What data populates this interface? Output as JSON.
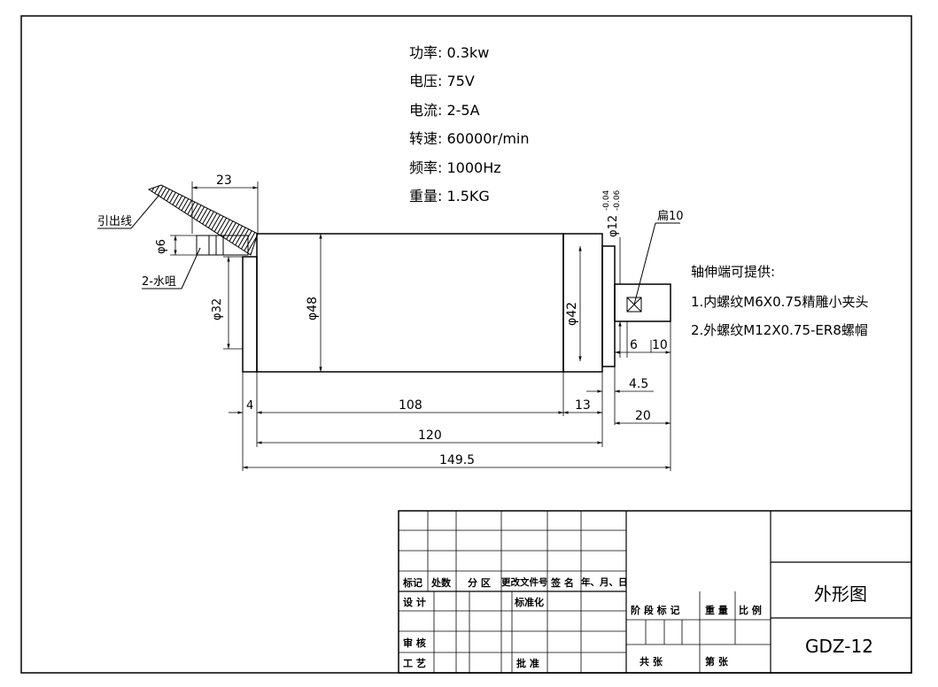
{
  "specs": {
    "power": "功率: 0.3kw",
    "voltage": "电压: 75V",
    "current": "电流: 2-5A",
    "speed": "转速: 60000r/min",
    "frequency": "频率: 1000Hz",
    "weight": "重量: 1.5KG"
  },
  "shaft_notes": {
    "heading": "轴伸端可提供:",
    "item1": "1.内螺纹M6X0.75精雕小夹头",
    "item2": "2.外螺纹M12X0.75-ER8螺帽"
  },
  "labels": {
    "lead_wire": "引出线",
    "water_nozzle": "2-水咀",
    "flat": "扁10"
  },
  "dimensions": {
    "d23": "23",
    "d6": "φ6",
    "d32": "φ32",
    "d48": "φ48",
    "d42": "φ42",
    "d12": "φ12",
    "tol_upper": "-0.04",
    "tol_lower": "-0.06",
    "d4": "4",
    "d108": "108",
    "d13": "13",
    "d120": "120",
    "d149_5": "149.5",
    "d6b": "6",
    "d10": "10",
    "d4_5": "4.5",
    "d20": "20"
  },
  "title_block": {
    "mark": "标记",
    "count": "处数",
    "zone": "分 区",
    "change_doc": "更改文件号",
    "signature": "签 名",
    "date": "年、月、日",
    "design": "设 计",
    "standardize": "标准化",
    "review": "审 核",
    "process": "工 艺",
    "approve": "批 准",
    "stage_mark": "阶 段 标 记",
    "weight": "重 量",
    "scale": "比 例",
    "total_sheets": "共   张",
    "sheet_no": "第   张",
    "drawing_name": "外形图",
    "drawing_code": "GDZ-12"
  }
}
